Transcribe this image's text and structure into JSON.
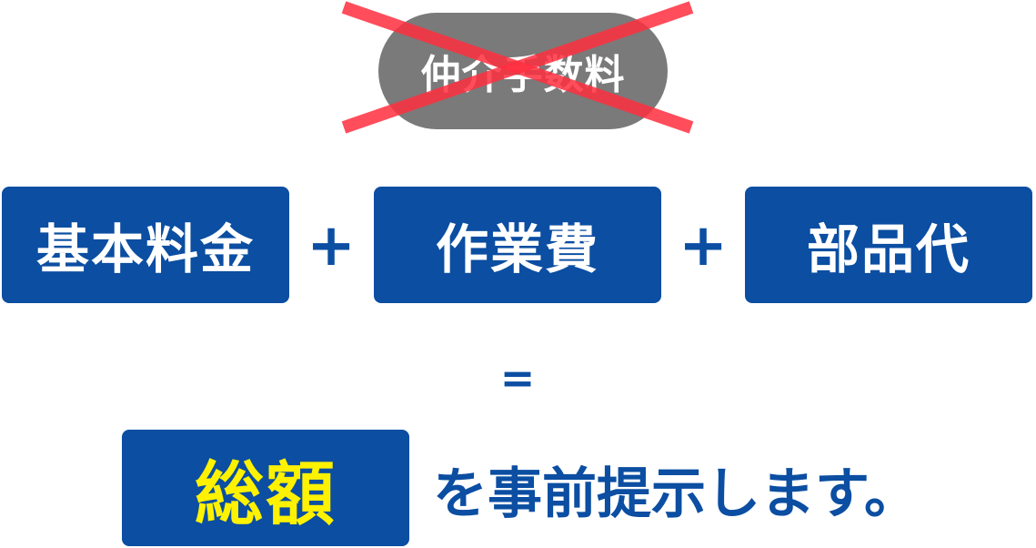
{
  "crossed_out": {
    "label": "仲介手数料"
  },
  "components": [
    {
      "label": "基本料金"
    },
    {
      "label": "作業費"
    },
    {
      "label": "部品代"
    }
  ],
  "operators": {
    "plus": "+",
    "equals": "="
  },
  "result": {
    "label": "総額",
    "suffix": "を事前提示します。"
  },
  "colors": {
    "brand_blue": "#0b4ea2",
    "highlight_yellow": "#fff200",
    "pill_gray": "#7a7a7a",
    "cross_red": "#ff2f3f"
  },
  "icons": {
    "cross": "x-mark-icon"
  }
}
